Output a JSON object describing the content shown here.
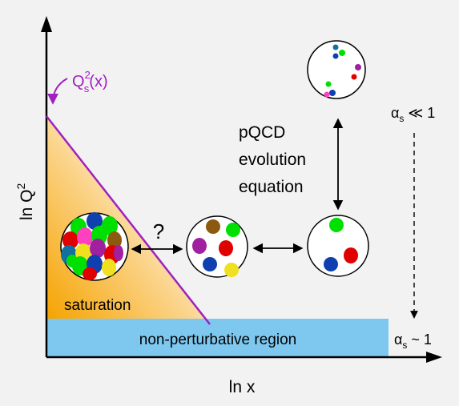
{
  "axes": {
    "y_label_main": "ln Q",
    "y_label_sup": "2",
    "x_label": "ln x"
  },
  "saturation_line_label": {
    "main": "Q",
    "sup": "2",
    "sub": "s",
    "suffix": "(x)"
  },
  "labels": {
    "saturation": "saturation",
    "question": "?",
    "evolution_line1": "pQCD",
    "evolution_line2": "evolution",
    "evolution_line3": "equation",
    "nonperturbative": "non-perturbative region"
  },
  "coupling": {
    "top_symbol": "α",
    "top_sub": "s",
    "top_relation": " ≪ 1",
    "bottom_symbol": "α",
    "bottom_sub": "s",
    "bottom_relation": " ~ 1"
  },
  "colors": {
    "background": "#f2f2f2",
    "saturation_line": "#a020c0",
    "saturation_fill_start": "#f5a500",
    "saturation_fill_end": "#ffffff",
    "nonperturbative_fill": "#7ec8f0",
    "parton_colors": [
      "#00e000",
      "#e00000",
      "#1040b0",
      "#f0e020",
      "#a020a0",
      "#8b5a10",
      "#ff40c0",
      "#1070a0"
    ]
  }
}
